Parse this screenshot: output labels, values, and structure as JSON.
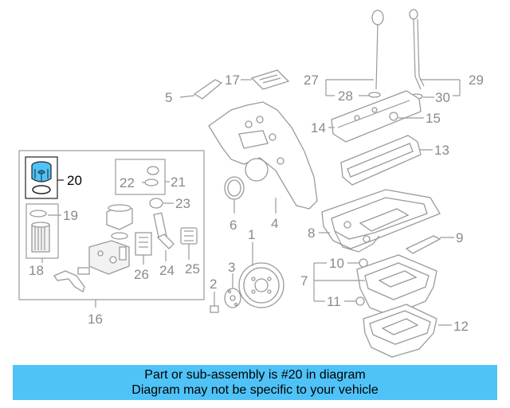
{
  "labels": {
    "p1": "1",
    "p2": "2",
    "p3": "3",
    "p4": "4",
    "p5": "5",
    "p6": "6",
    "p7": "7",
    "p8": "8",
    "p9": "9",
    "p10": "10",
    "p11": "11",
    "p12": "12",
    "p13": "13",
    "p14": "14",
    "p15": "15",
    "p16": "16",
    "p17": "17",
    "p18": "18",
    "p19": "19",
    "p20": "20",
    "p21": "21",
    "p22": "22",
    "p23": "23",
    "p24": "24",
    "p25": "25",
    "p26": "26",
    "p27": "27",
    "p28": "28",
    "p29": "29",
    "p30": "30"
  },
  "highlight": {
    "part": "20",
    "color": "#4fc3f7"
  },
  "banner": {
    "line1": "Part or sub-assembly is #20 in diagram",
    "line2": "Diagram may not be specific to your vehicle",
    "color": "#4fc3f7"
  }
}
